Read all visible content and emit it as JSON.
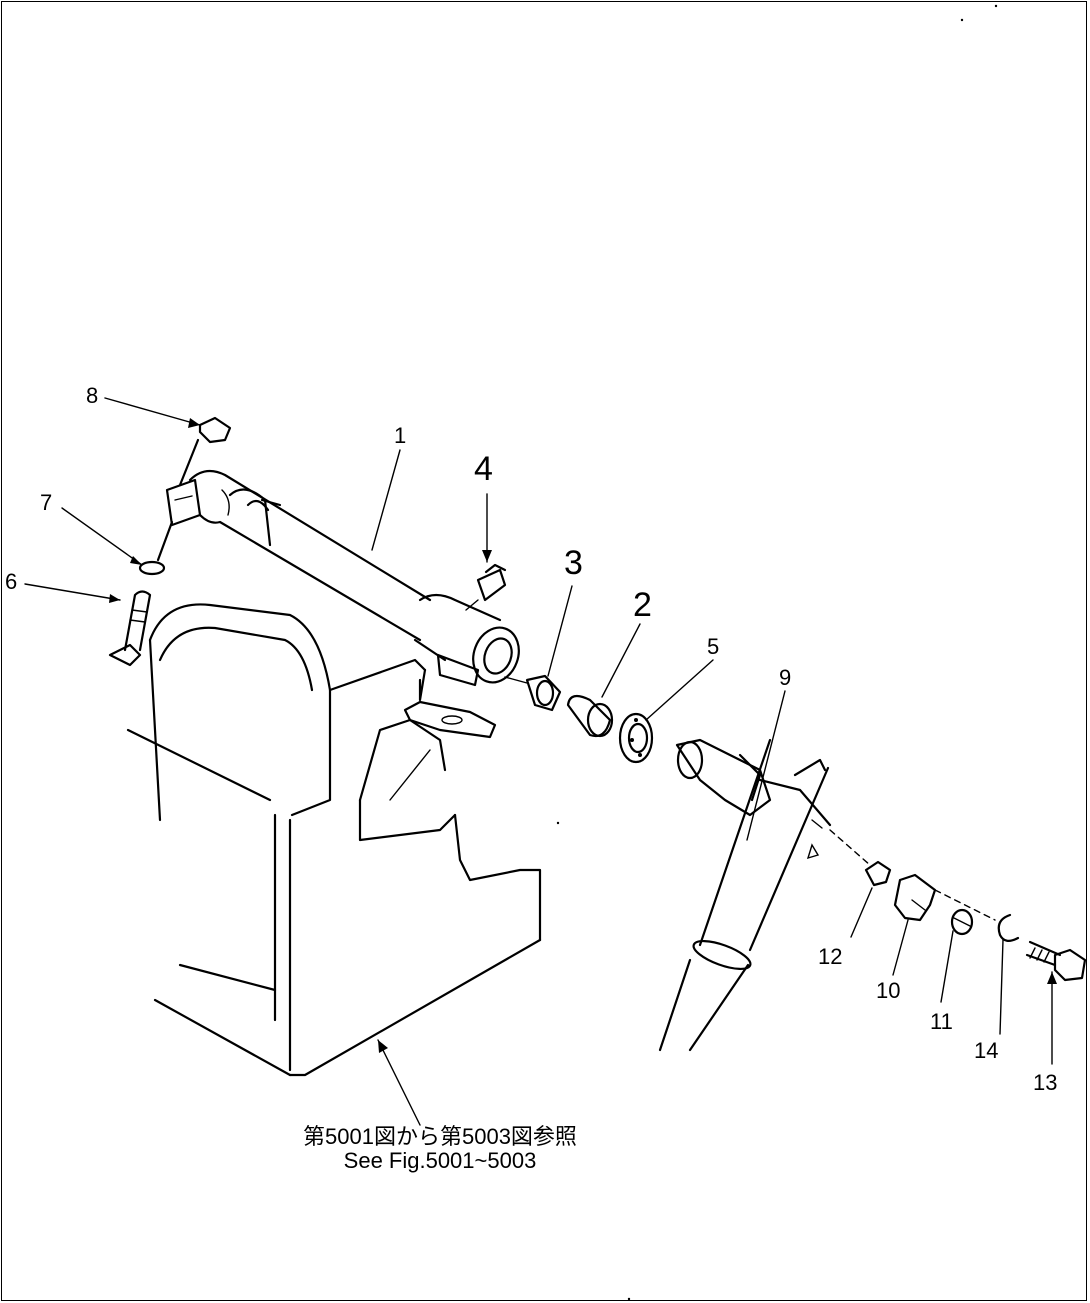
{
  "callouts": {
    "c1": "1",
    "c2": "2",
    "c3": "3",
    "c4": "4",
    "c5": "5",
    "c6": "6",
    "c7": "7",
    "c8": "8",
    "c9": "9",
    "c10": "10",
    "c11": "11",
    "c12": "12",
    "c13": "13",
    "c14": "14"
  },
  "reference": {
    "japanese": "第5001図から第5003図参照",
    "english": "See Fig.5001~5003"
  }
}
